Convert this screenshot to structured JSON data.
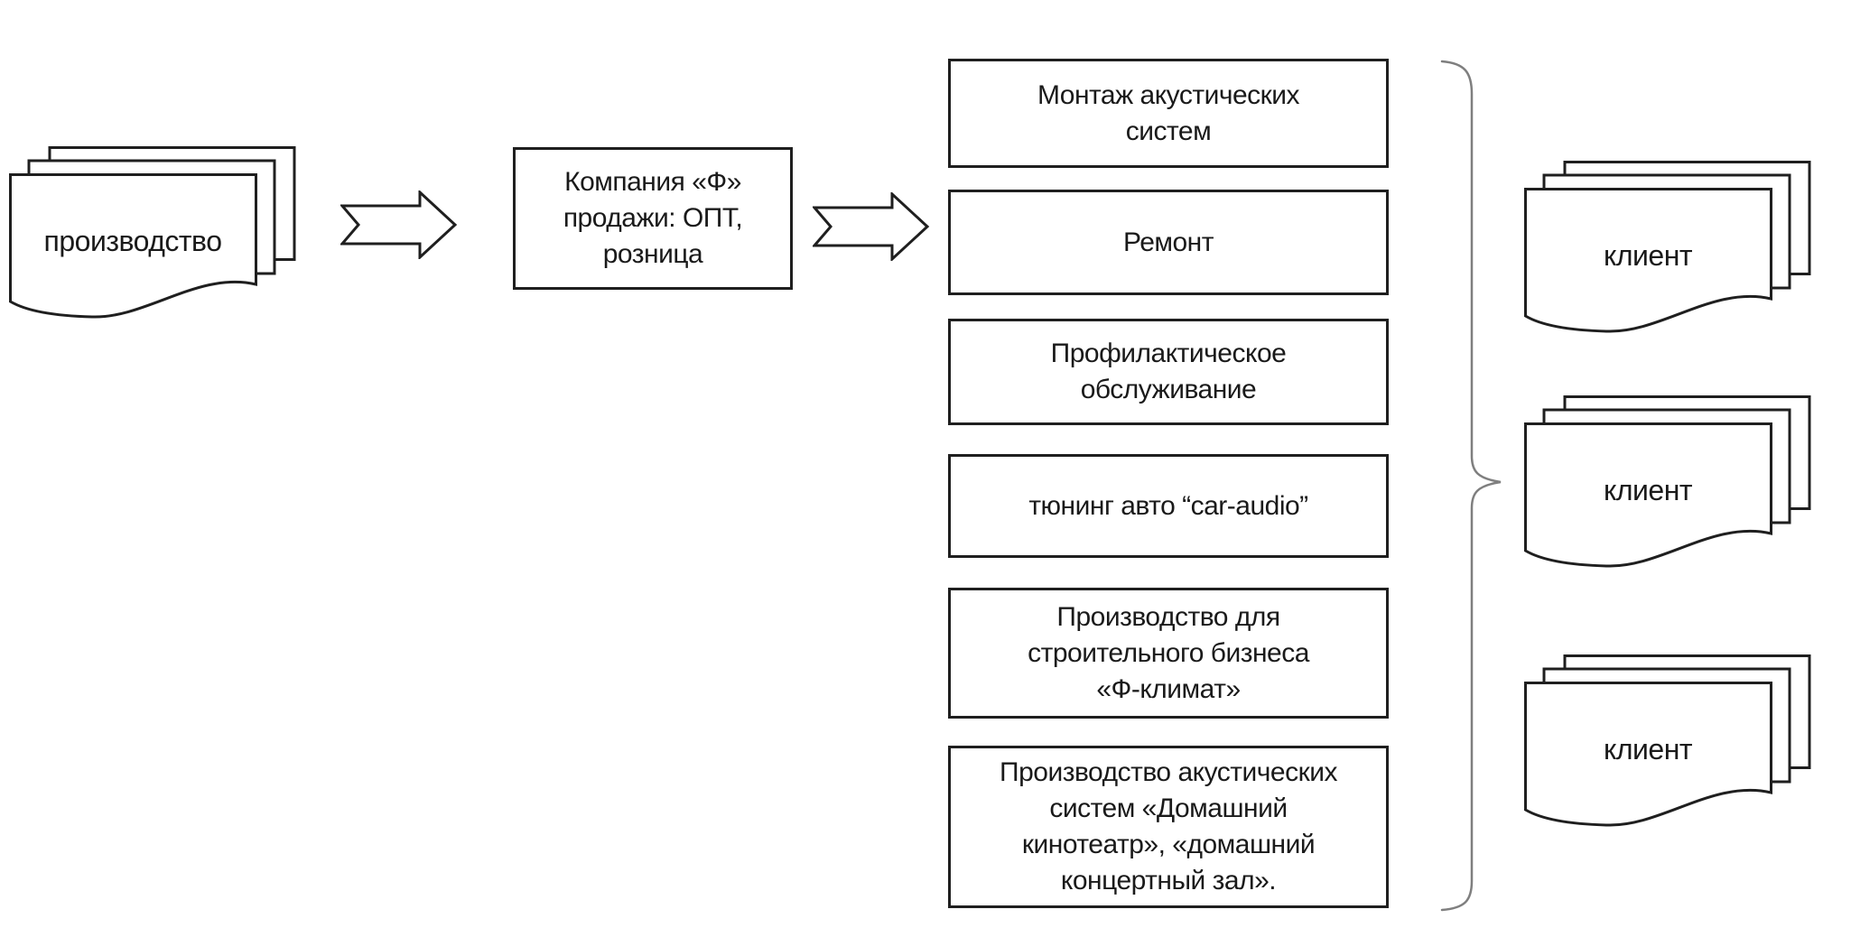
{
  "flow": {
    "production": {
      "label": "производство"
    },
    "company": {
      "lines": [
        "Компания «Ф»",
        "продажи: ОПТ,",
        "розница"
      ]
    },
    "services": [
      {
        "label": "Монтаж акустических систем",
        "lines": [
          "Монтаж акустических",
          "систем"
        ]
      },
      {
        "label": "Ремонт",
        "lines": [
          "Ремонт"
        ]
      },
      {
        "label": "Профилактическое обслуживание",
        "lines": [
          "Профилактическое",
          "обслуживание"
        ]
      },
      {
        "label": "тюнинг авто “car-audio”",
        "lines": [
          "тюнинг авто “car-audio”"
        ]
      },
      {
        "label": "Производство для строительного бизнеса «Ф-климат»",
        "lines": [
          "Производство для",
          "строительного бизнеса",
          "«Ф-климат»"
        ]
      },
      {
        "label": "Производство акустических систем «Домашний кинотеатр», «домашний концертный зал».",
        "lines": [
          "Производство акустических",
          "систем «Домашний",
          "кинотеатр», «домашний",
          "концертный зал»."
        ]
      }
    ],
    "clients": [
      {
        "label": "клиент"
      },
      {
        "label": "клиент"
      },
      {
        "label": "клиент"
      }
    ],
    "colors": {
      "stroke": "#1f1f1f",
      "text": "#1a1a1a",
      "brace": "#7f7f7f",
      "background": "#ffffff"
    }
  }
}
